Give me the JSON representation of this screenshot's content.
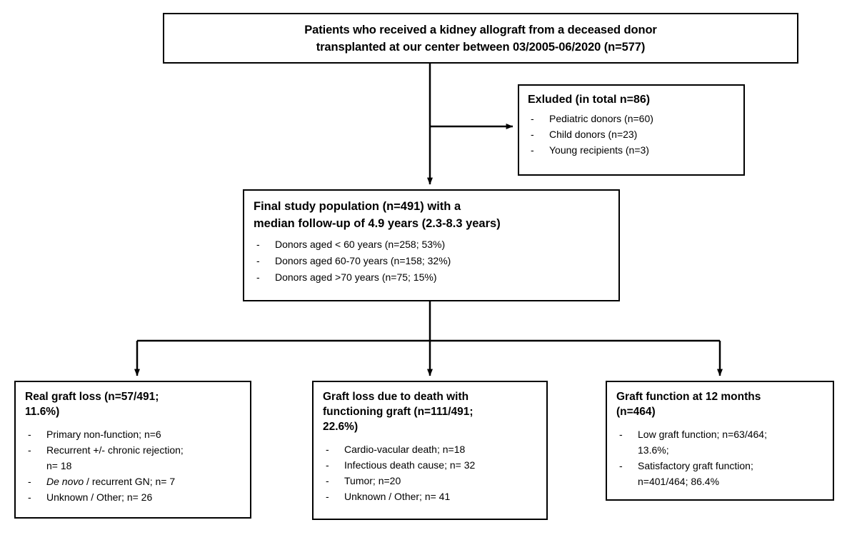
{
  "diagram": {
    "title": "Kidney allograft study flow diagram",
    "stroke_color": "#000000",
    "background_color": "#ffffff"
  },
  "nodes": {
    "top_cohort": {
      "title_line1": "Patients who received a kidney allograft from a deceased donor",
      "title_line2": "transplanted at our center between 03/2005-06/2020 (n=577)"
    },
    "excluded": {
      "title": "Exluded (in total n=86)",
      "bullets": [
        "Pediatric donors (n=60)",
        "Child donors (n=23)",
        "Young recipients (n=3)"
      ]
    },
    "final_population": {
      "title_line1": "Final study population (n=491) with a",
      "title_line2": "median follow-up of 4.9 years (2.3-8.3 years)",
      "bullets": [
        "Donors aged < 60 years (n=258; 53%)",
        "Donors aged 60-70 years (n=158; 32%)",
        "Donors aged >70 years (n=75; 15%)"
      ]
    },
    "real_graft_loss": {
      "title_line1": "Real graft loss (n=57/491;",
      "title_line2": "11.6%)",
      "bullets": [
        "Primary non-function; n=6",
        "Recurrent +/- chronic rejection;",
        "n= 18",
        "De novo / recurrent GN; n= 7",
        "Unknown / Other; n= 26"
      ],
      "italic_prefix": "De novo",
      "italic_suffix": " / recurrent GN; n= 7"
    },
    "death_with_function": {
      "title_line1": "Graft loss due to death with",
      "title_line2": "functioning graft (n=111/491;",
      "title_line3": "22.6%)",
      "bullets": [
        "Cardio-vacular death; n=18",
        "Infectious death cause; n= 32",
        "Tumor; n=20",
        "Unknown / Other; n= 41"
      ]
    },
    "graft_function_12m": {
      "title_line1": "Graft function at 12 months",
      "title_line2": "(n=464)",
      "bullets": [
        "Low graft function; n=63/464;",
        "13.6%;",
        "Satisfactory graft function;",
        "n=401/464; 86.4%"
      ]
    }
  },
  "markers": {
    "bullet_dash": "-"
  },
  "chart_data": {
    "type": "table",
    "title": "Kidney allograft study flow (CONSORT-style)",
    "nodes": [
      {
        "id": "top_cohort",
        "label": "Patients who received a kidney allograft from a deceased donor transplanted at our center between 03/2005-06/2020",
        "n": 577
      },
      {
        "id": "excluded",
        "label": "Exluded (in total)",
        "n": 86,
        "breakdown": [
          {
            "label": "Pediatric donors",
            "n": 60
          },
          {
            "label": "Child donors",
            "n": 23
          },
          {
            "label": "Young recipients",
            "n": 3
          }
        ]
      },
      {
        "id": "final_population",
        "label": "Final study population",
        "n": 491,
        "median_follow_up_years": 4.9,
        "follow_up_iqr_years": [
          2.3,
          8.3
        ],
        "breakdown": [
          {
            "label": "Donors aged < 60 years",
            "n": 258,
            "percent": 53
          },
          {
            "label": "Donors aged 60-70 years",
            "n": 158,
            "percent": 32
          },
          {
            "label": "Donors aged >70 years",
            "n": 75,
            "percent": 15
          }
        ]
      },
      {
        "id": "real_graft_loss",
        "label": "Real graft loss",
        "n": 57,
        "denominator": 491,
        "percent": 11.6,
        "breakdown": [
          {
            "label": "Primary non-function",
            "n": 6
          },
          {
            "label": "Recurrent +/- chronic rejection",
            "n": 18
          },
          {
            "label": "De novo / recurrent GN",
            "n": 7
          },
          {
            "label": "Unknown / Other",
            "n": 26
          }
        ]
      },
      {
        "id": "death_with_function",
        "label": "Graft loss due to death with functioning graft",
        "n": 111,
        "denominator": 491,
        "percent": 22.6,
        "breakdown": [
          {
            "label": "Cardio-vacular death",
            "n": 18
          },
          {
            "label": "Infectious death cause",
            "n": 32
          },
          {
            "label": "Tumor",
            "n": 20
          },
          {
            "label": "Unknown / Other",
            "n": 41
          }
        ]
      },
      {
        "id": "graft_function_12m",
        "label": "Graft function at 12 months",
        "n": 464,
        "breakdown": [
          {
            "label": "Low graft function",
            "n": 63,
            "denominator": 464,
            "percent": 13.6
          },
          {
            "label": "Satisfactory graft function",
            "n": 401,
            "denominator": 464,
            "percent": 86.4
          }
        ]
      }
    ],
    "edges": [
      {
        "from": "top_cohort",
        "to": "excluded",
        "direction": "right"
      },
      {
        "from": "top_cohort",
        "to": "final_population",
        "direction": "down"
      },
      {
        "from": "final_population",
        "to": "real_graft_loss",
        "direction": "down"
      },
      {
        "from": "final_population",
        "to": "death_with_function",
        "direction": "down"
      },
      {
        "from": "final_population",
        "to": "graft_function_12m",
        "direction": "down"
      }
    ]
  }
}
